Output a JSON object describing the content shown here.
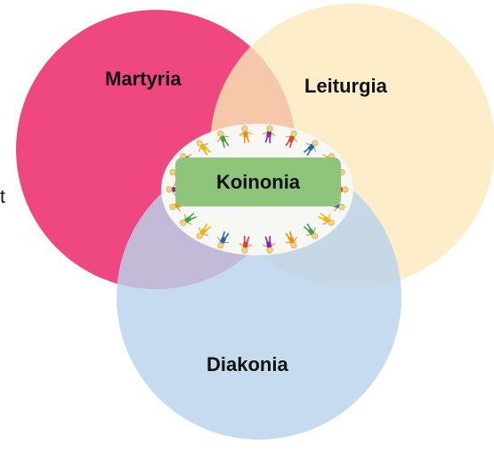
{
  "diagram": {
    "circles": [
      {
        "id": "martyria",
        "label": "Martyria",
        "color": "#ee3f7a"
      },
      {
        "id": "leiturgia",
        "label": "Leiturgia",
        "color": "#fdeec9"
      },
      {
        "id": "diakonia",
        "label": "Diakonia",
        "color": "#b9d3ec"
      }
    ],
    "center": {
      "label": "Koinonia",
      "box_color": "#8fc57a",
      "ring_fill": "#f7f7f3"
    },
    "left_edge_fragment": "t"
  }
}
